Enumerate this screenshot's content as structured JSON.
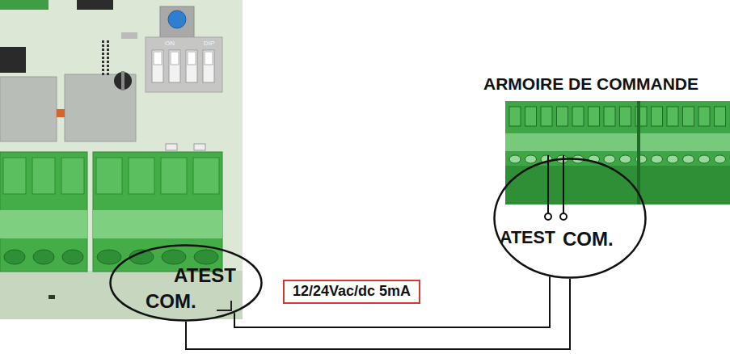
{
  "diagram": {
    "nodes": [
      {
        "text": [
          "ATEST",
          "COM."
        ]
      },
      {
        "text": [
          "12/24Vac/dc 5mA"
        ]
      },
      {
        "text": [
          "ATEST",
          "COM."
        ]
      }
    ],
    "edges": [
      {
        "from": 0,
        "to": 2,
        "arrow": "none"
      },
      {
        "from": 0,
        "to": 2,
        "arrow": "none"
      }
    ],
    "labels": [
      "ON",
      "DIP",
      "ARMOIRE DE COMMANDE"
    ]
  }
}
